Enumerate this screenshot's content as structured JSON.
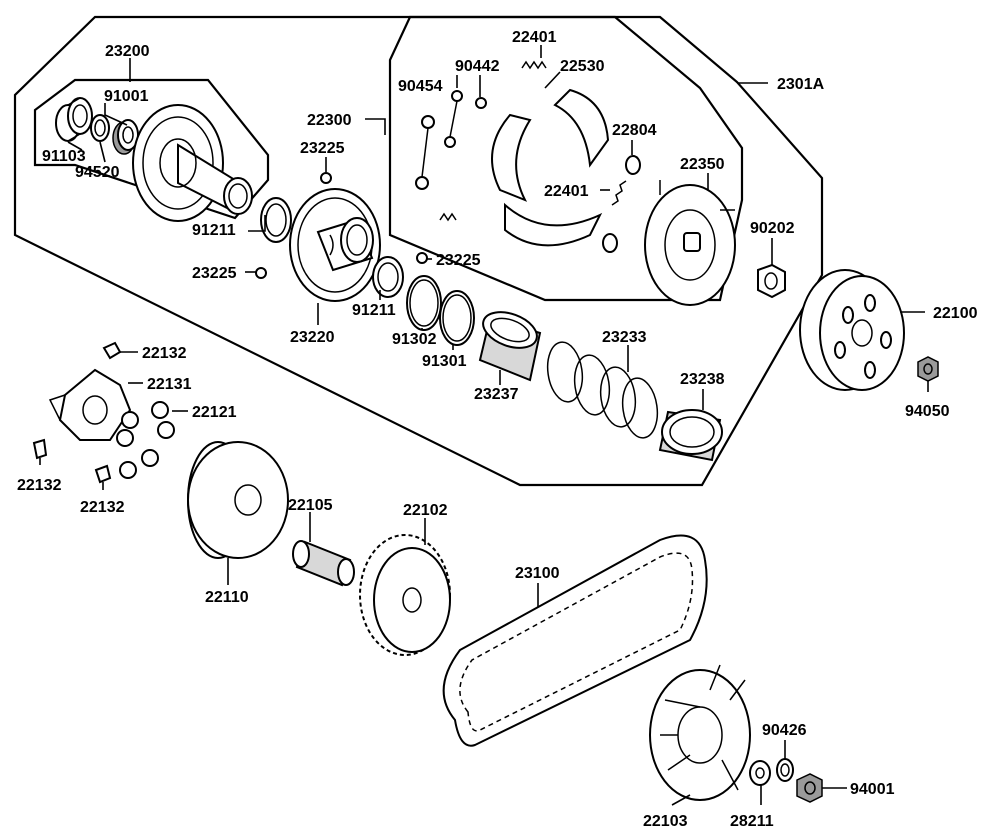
{
  "labels": {
    "p23200": "23200",
    "p91001": "91001",
    "p91103": "91103",
    "p94520": "94520",
    "p91211a": "91211",
    "p23225a": "23225",
    "p23225b": "23225",
    "p23225c": "23225",
    "p22300": "22300",
    "p23220": "23220",
    "p91211b": "91211",
    "p91302": "91302",
    "p91301": "91301",
    "p23237": "23237",
    "p23233": "23233",
    "p23238": "23238",
    "p22401a": "22401",
    "p90442": "90442",
    "p90454": "90454",
    "p22530": "22530",
    "p22804": "22804",
    "p22401b": "22401",
    "p22350": "22350",
    "p2301A": "2301A",
    "p90202": "90202",
    "p22100": "22100",
    "p94050": "94050",
    "p22132a": "22132",
    "p22131": "22131",
    "p22121": "22121",
    "p22132b": "22132",
    "p22132c": "22132",
    "p22110": "22110",
    "p22105": "22105",
    "p22102": "22102",
    "p23100": "23100",
    "p90426": "90426",
    "p94001": "94001",
    "p22103": "22103",
    "p28211": "28211"
  }
}
